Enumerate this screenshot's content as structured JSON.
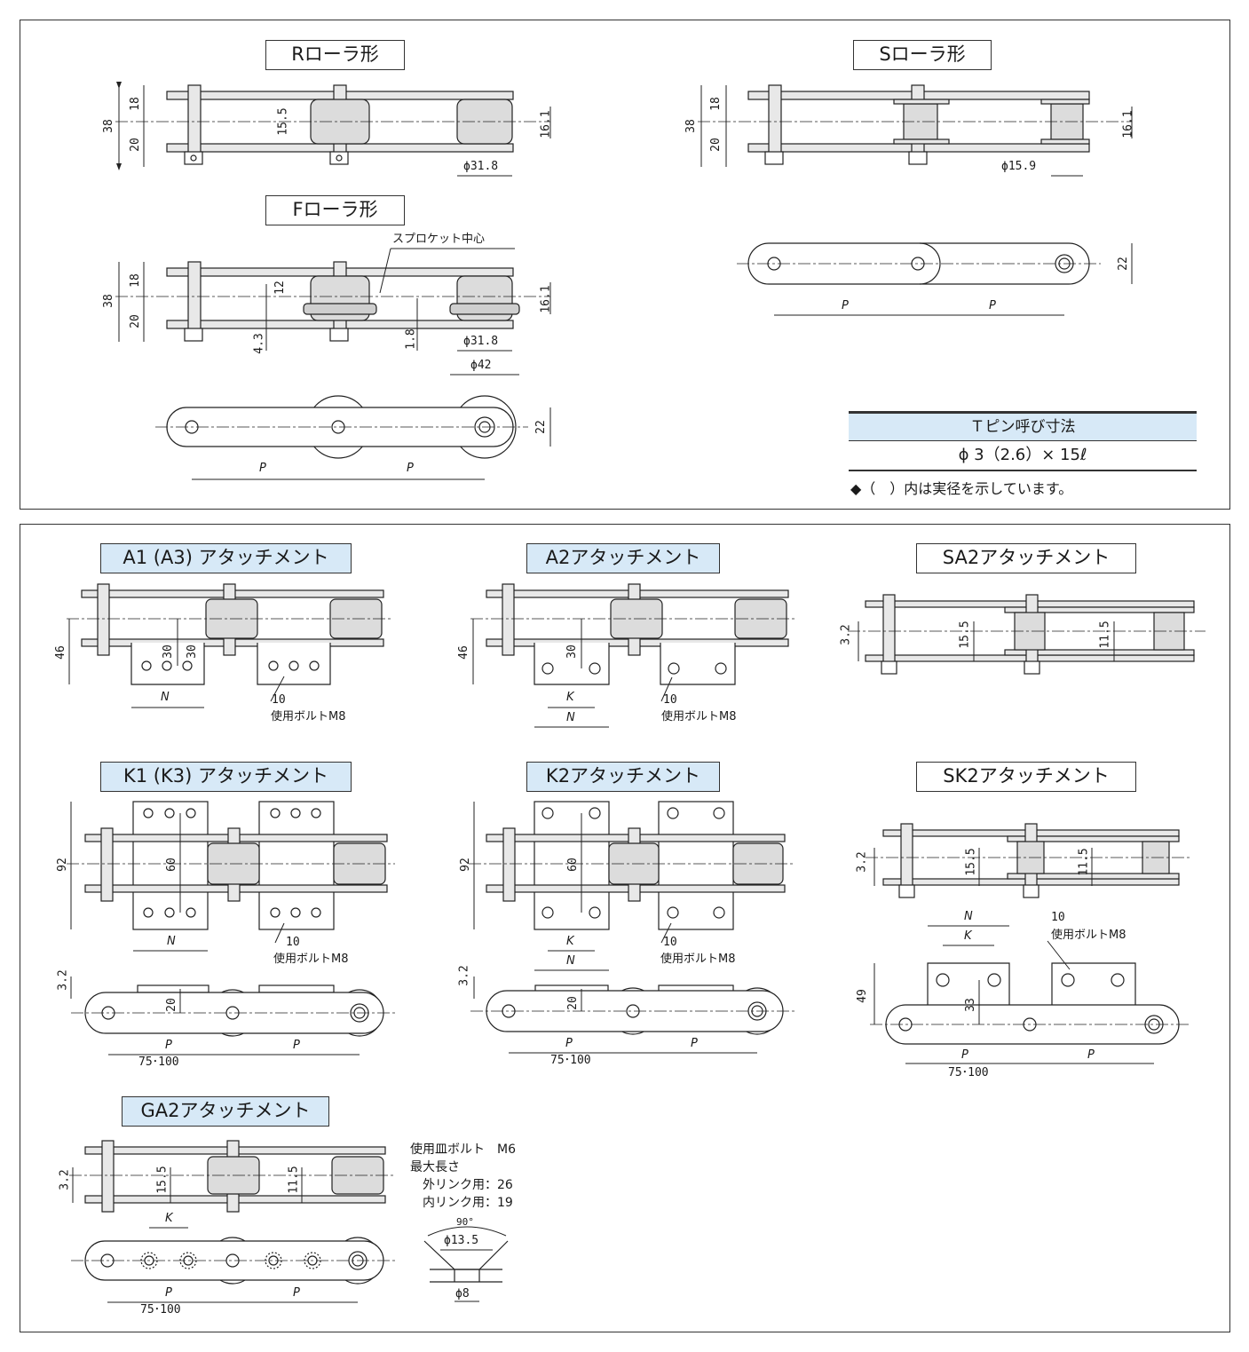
{
  "titles": {
    "r_roller": "Rローラ形",
    "s_roller": "Sローラ形",
    "f_roller": "Fローラ形",
    "a1": "A1 (A3) アタッチメント",
    "a2": "A2アタッチメント",
    "sa2": "SA2アタッチメント",
    "k1": "K1 (K3) アタッチメント",
    "k2": "K2アタッチメント",
    "sk2": "SK2アタッチメント",
    "ga2": "GA2アタッチメント"
  },
  "dims": {
    "d38": "38",
    "d18": "18",
    "d20": "20",
    "d15_5": "15.5",
    "d16_1": "16.1",
    "phi31_8": "ϕ31.8",
    "phi15_9": "ϕ15.9",
    "phi42": "ϕ42",
    "d12": "12",
    "d4_3": "4.3",
    "d1_8": "1.8",
    "d22": "22",
    "p": "P",
    "d46": "46",
    "d30": "30",
    "n": "N",
    "k": "K",
    "d10": "10",
    "d3_2": "3.2",
    "d11_5": "11.5",
    "d92": "92",
    "d60": "60",
    "d49": "49",
    "d33": "33",
    "pitch": "75･100",
    "deg90": "90°",
    "phi13_5": "ϕ13.5",
    "phi8": "ϕ8"
  },
  "labels": {
    "sprocket_center": "スプロケット中心",
    "bolt_m8": "使用ボルトM8"
  },
  "ga2_note": {
    "line1": "使用皿ボルト　M6",
    "line2": "最大長さ",
    "line3": "外リンク用：26",
    "line4": "内リンク用：19"
  },
  "tpin": {
    "header": "Ｔピン呼び寸法",
    "value": "ϕ 3（2.6）× 15ℓ",
    "note": "◆（　）内は実径を示しています。"
  }
}
